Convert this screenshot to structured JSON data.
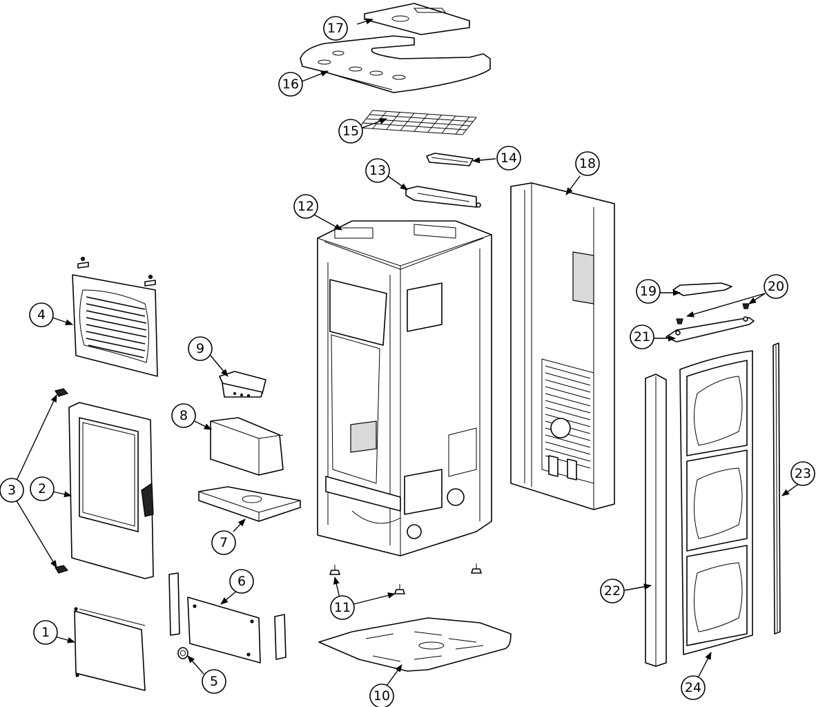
{
  "diagram": {
    "type": "exploded-parts-view",
    "callouts": [
      "1",
      "2",
      "3",
      "4",
      "5",
      "6",
      "7",
      "8",
      "9",
      "10",
      "11",
      "12",
      "13",
      "14",
      "15",
      "16",
      "17",
      "18",
      "19",
      "20",
      "21",
      "22",
      "23",
      "24"
    ]
  },
  "colors": {
    "line": "#000000",
    "background": "#ffffff"
  }
}
